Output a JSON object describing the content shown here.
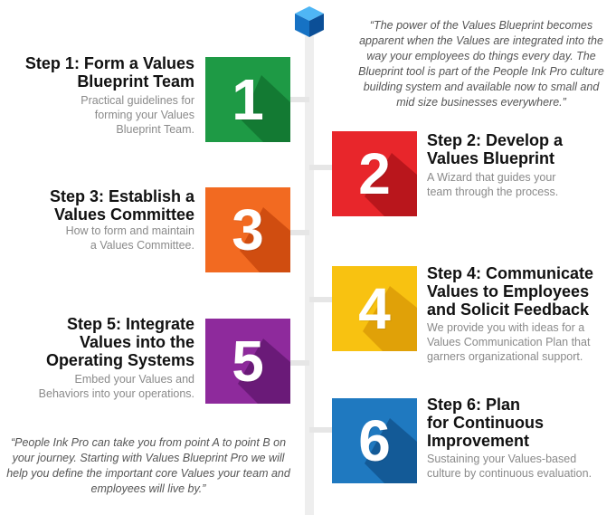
{
  "quote_top": "“The power of the Values Blueprint becomes apparent when the Values are integrated into the way your employees do things every day. The Blueprint tool is part of the People Ink Pro culture building system and available now to small and mid size businesses everywhere.”",
  "quote_bottom": "“People Ink Pro can take you from point A to point B on your journey. Starting with Values Blueprint Pro we will help you define the important core Values your team and employees will live by.”",
  "steps": [
    {
      "number": "1",
      "title_line1": "Step 1: Form a Values",
      "title_line2": "Blueprint Team",
      "title_line3": "",
      "desc_line1": "Practical guidelines for",
      "desc_line2": "forming your Values",
      "desc_line3": "Blueprint Team.",
      "color": "#1e9a45",
      "shade": "#137a33"
    },
    {
      "number": "2",
      "title_line1": "Step 2: Develop a",
      "title_line2": "Values Blueprint",
      "title_line3": "",
      "desc_line1": "A Wizard that guides your",
      "desc_line2": "team through the process.",
      "desc_line3": "",
      "color": "#e8262b",
      "shade": "#b9161c"
    },
    {
      "number": "3",
      "title_line1": "Step 3: Establish a",
      "title_line2": "Values Committee",
      "title_line3": "",
      "desc_line1": "How to form and maintain",
      "desc_line2": "a Values Committee.",
      "desc_line3": "",
      "color": "#f26a21",
      "shade": "#d04d10"
    },
    {
      "number": "4",
      "title_line1": "Step 4: Communicate",
      "title_line2": "Values to Employees",
      "title_line3": "and Solicit Feedback",
      "desc_line1": "We provide you with ideas for a",
      "desc_line2": "Values Communication Plan that",
      "desc_line3": "garners organizational support.",
      "color": "#f8c211",
      "shade": "#e0a108"
    },
    {
      "number": "5",
      "title_line1": "Step 5: Integrate",
      "title_line2": "Values into the",
      "title_line3": "Operating Systems",
      "desc_line1": "Embed your Values and",
      "desc_line2": "Behaviors into your operations.",
      "desc_line3": "",
      "color": "#8e2a9c",
      "shade": "#6a1a78"
    },
    {
      "number": "6",
      "title_line1": "Step 6: Plan",
      "title_line2": "for Continuous",
      "title_line3": "Improvement",
      "desc_line1": "Sustaining your Values-based",
      "desc_line2": "culture by continuous evaluation.",
      "desc_line3": "",
      "color": "#1f79c0",
      "shade": "#135a97"
    }
  ]
}
